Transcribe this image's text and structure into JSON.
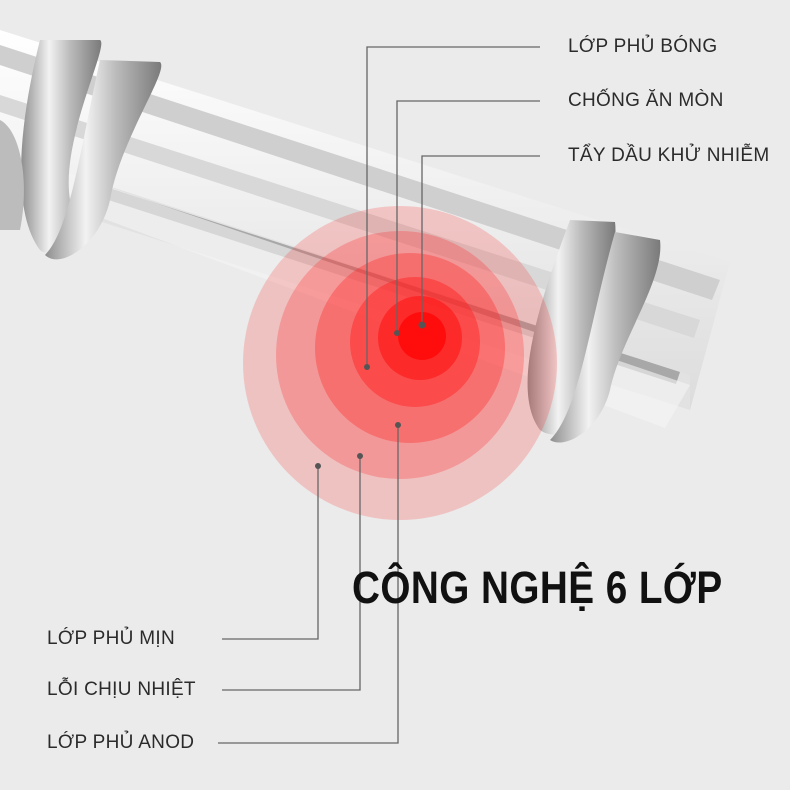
{
  "headline": "CÔNG NGHỆ 6 LỚP",
  "layers_right": [
    {
      "label": "LỚP PHỦ BÓNG"
    },
    {
      "label": "CHỐNG ĂN MÒN"
    },
    {
      "label": "TẨY DẦU KHỬ NHIỄM"
    }
  ],
  "layers_left": [
    {
      "label": "LỚP PHỦ MỊN"
    },
    {
      "label": "LỖI CHỊU NHIỆT"
    },
    {
      "label": "LỚP PHỦ ANOD"
    }
  ],
  "colors": {
    "accent": "#ff1e1e",
    "background": "#ececec",
    "rail": "#f7f7f7",
    "leader_line": "#666666"
  },
  "icons": [
    "hook-icon",
    "hook-icon",
    "rail-bar"
  ]
}
